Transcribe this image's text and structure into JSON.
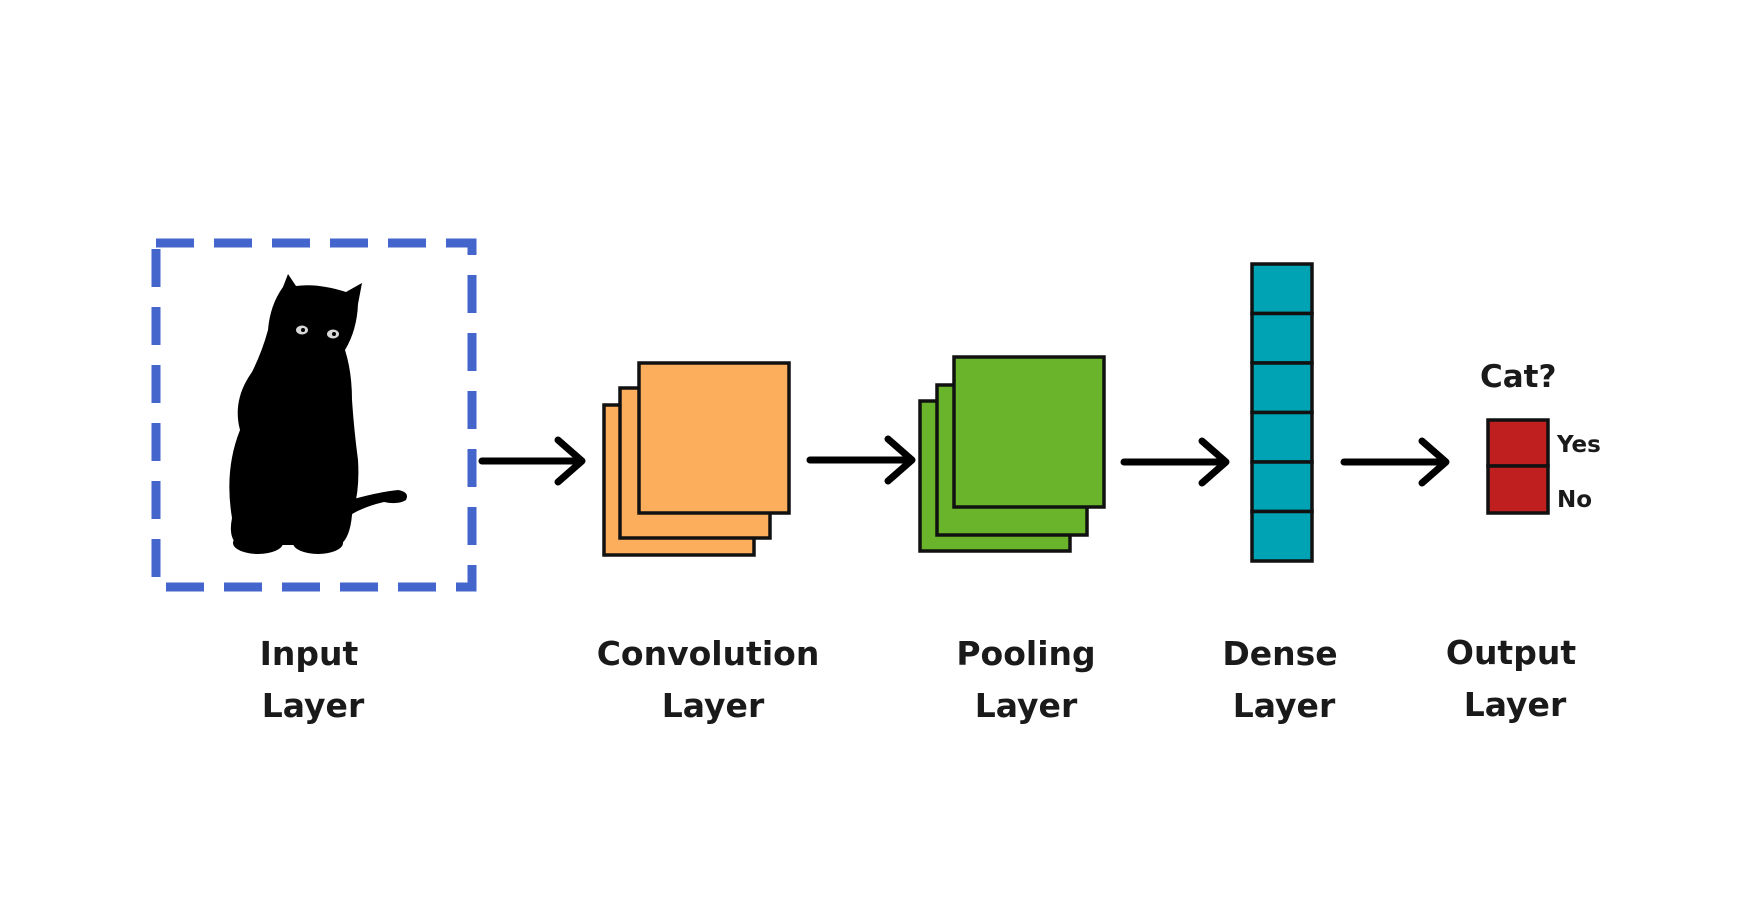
{
  "colors": {
    "background": "#ffffff",
    "input_frame": "#4466cc",
    "convolution": "#fcae5c",
    "pooling": "#6ab42c",
    "dense": "#00a3b4",
    "output": "#bf1f1f",
    "stroke": "#111111"
  },
  "icons": {
    "input_image": "cat-silhouette-icon",
    "arrow": "right-arrow-icon"
  },
  "layers": {
    "input": {
      "line1": "Input",
      "line2": "Layer"
    },
    "convolution": {
      "line1": "Convolution",
      "line2": "Layer"
    },
    "pooling": {
      "line1": "Pooling",
      "line2": "Layer"
    },
    "dense": {
      "line1": "Dense",
      "line2": "Layer"
    },
    "output": {
      "line1": "Output",
      "line2": "Layer"
    }
  },
  "output": {
    "question": "Cat?",
    "options": [
      "Yes",
      "No"
    ]
  },
  "dense": {
    "units": 6
  }
}
